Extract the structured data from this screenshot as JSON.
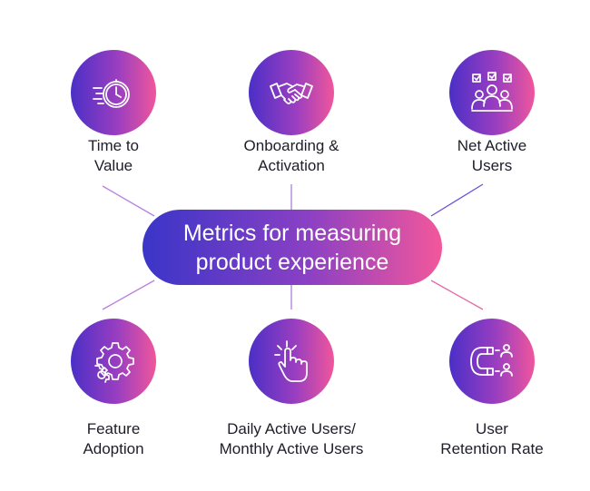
{
  "center": {
    "title": "Metrics for measuring\nproduct experience"
  },
  "nodes": [
    {
      "label": "Time to\nValue",
      "icon": "stopwatch-icon"
    },
    {
      "label": "Onboarding &\nActivation",
      "icon": "handshake-icon"
    },
    {
      "label": "Net Active\nUsers",
      "icon": "users-group-icon"
    },
    {
      "label": "Feature\nAdoption",
      "icon": "gears-icon"
    },
    {
      "label": "Daily Active Users/\nMonthly Active Users",
      "icon": "hand-click-icon"
    },
    {
      "label": "User\nRetention Rate",
      "icon": "magnet-icon"
    }
  ],
  "colors": {
    "gradient_start": "#4b2fc7",
    "gradient_mid": "#9a3ec0",
    "gradient_end": "#f0569c",
    "connector": "#a57be0"
  }
}
